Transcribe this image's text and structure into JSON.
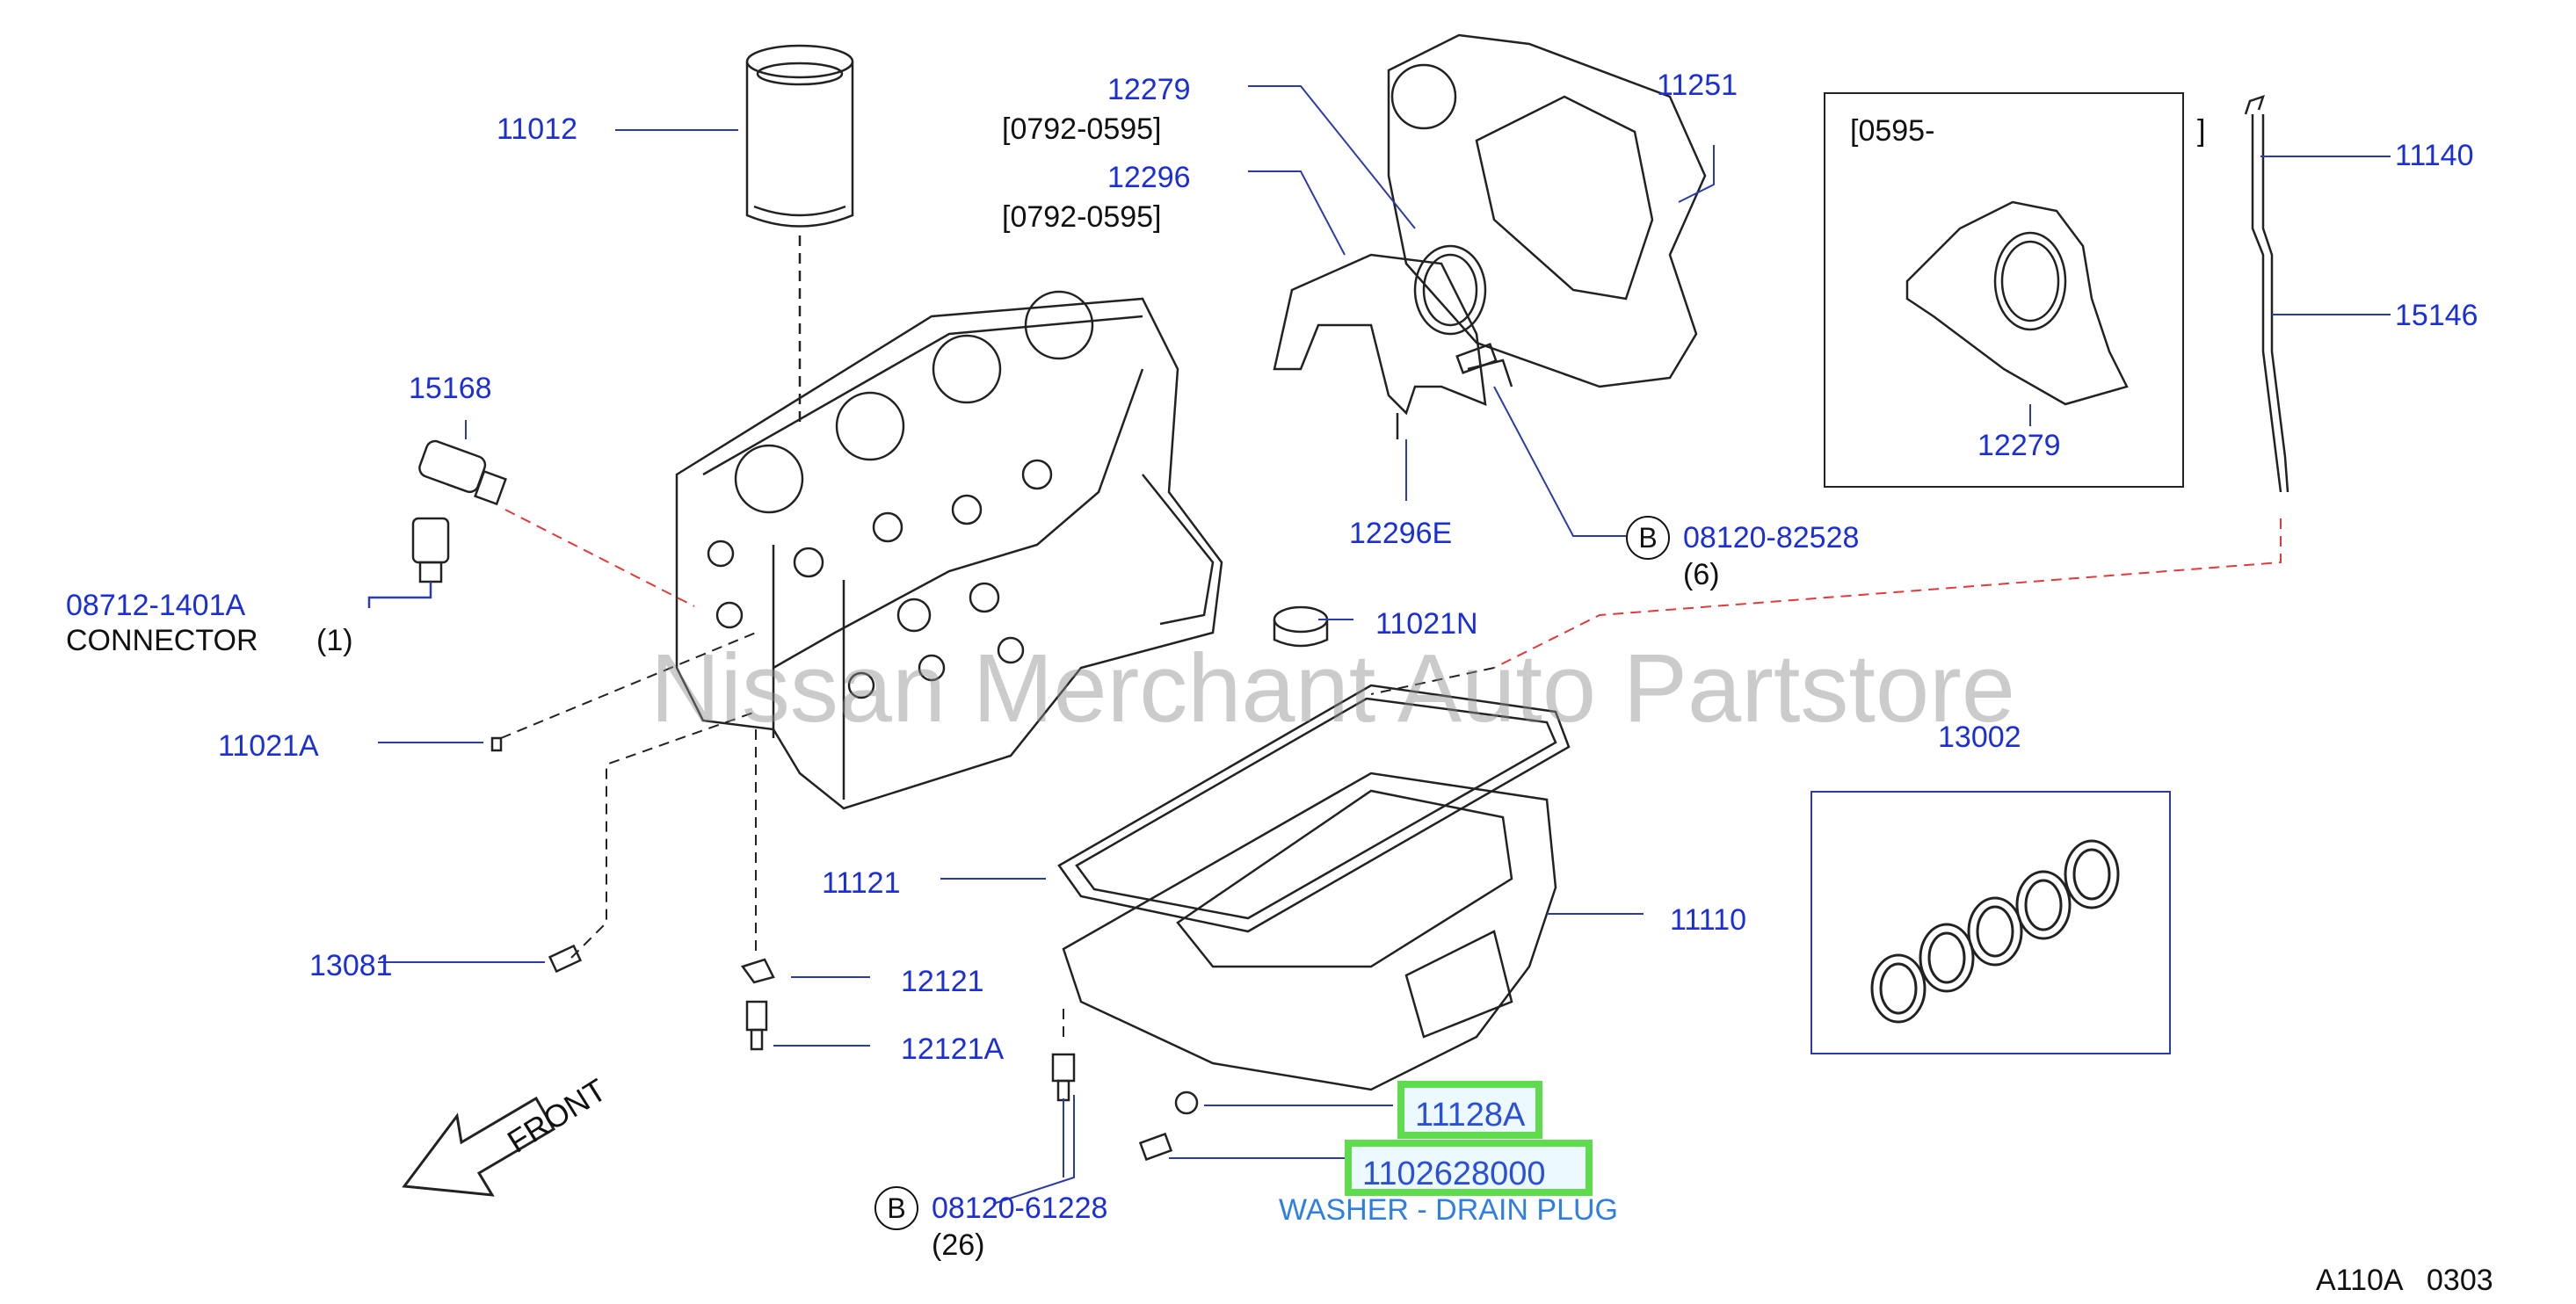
{
  "watermark": "Nissan Merchant Auto Partstore",
  "labels": {
    "p11012": "11012",
    "p12279_top": "12279",
    "p0792_a": "[0792-0595]",
    "p12296": "12296",
    "p0792_b": "[0792-0595]",
    "p11251": "11251",
    "p11140": "11140",
    "p15146": "15146",
    "box_range_start": "[0595-",
    "box_range_end": "]",
    "p12279_box": "12279",
    "p15168": "15168",
    "p08712": "08712-1401A",
    "connector": "CONNECTOR",
    "connector_qty": "(1)",
    "p12296E": "12296E",
    "p08120_82528": "08120-82528",
    "qty_6": "(6)",
    "p11021N": "11021N",
    "p11021A": "11021A",
    "p13002": "13002",
    "p11121": "11121",
    "p11110": "11110",
    "p13081": "13081",
    "p12121": "12121",
    "p12121A": "12121A",
    "front": "FRONT",
    "p11128A": "11128A",
    "p_drain_overlap": "1102628000",
    "washer": "WASHER - DRAIN PLUG",
    "p08120_61228": "08120-61228",
    "qty_26": "(26)",
    "ref": "A110A   0303",
    "b_symbol": "B"
  },
  "colors": {
    "label_blue": "#1b2fd6",
    "highlight_green": "#5fdc4e",
    "washer_blue": "#2f7fe3",
    "leader_red": "#e23a3a"
  }
}
